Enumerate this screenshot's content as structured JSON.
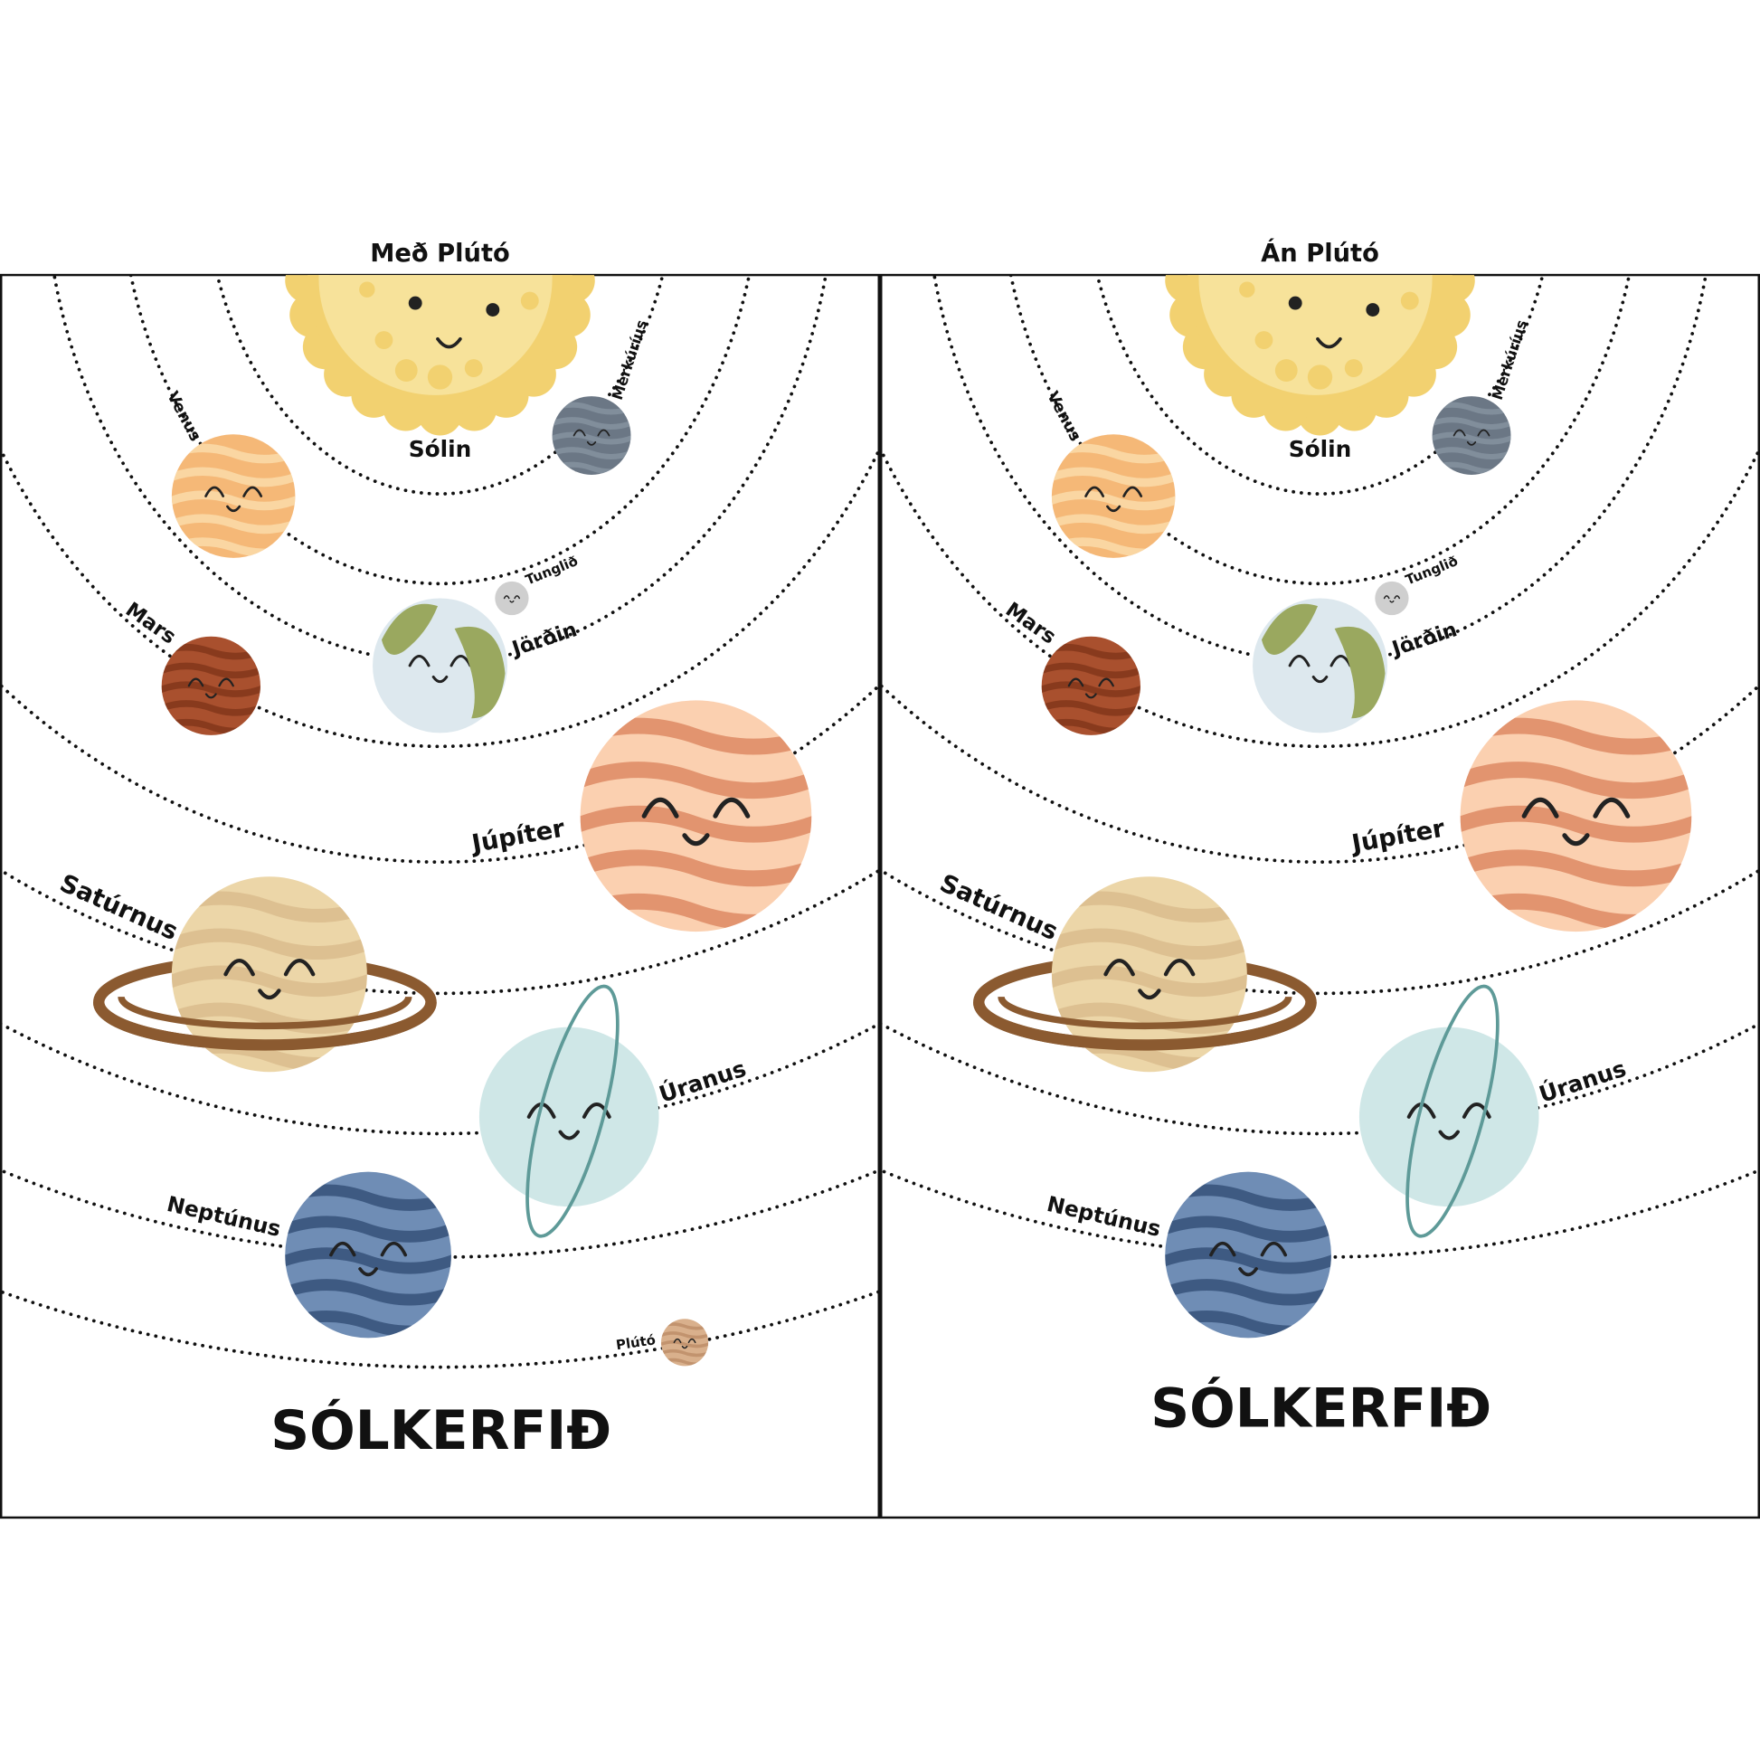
{
  "panels": [
    {
      "title": "Með Plútó",
      "heading": "SÓLKERFIÐ",
      "show_pluto": true,
      "labels": {
        "sun": "Sólin",
        "mercury": "Merkúríus",
        "venus": "Venus",
        "moon": "Tunglið",
        "earth": "Jörðin",
        "mars": "Mars",
        "jupiter": "Júpíter",
        "saturn": "Satúrnus",
        "uranus": "Úranus",
        "neptune": "Neptúnus",
        "pluto": "Plútó"
      }
    },
    {
      "title": "Án Plútó",
      "heading": "SÓLKERFIÐ",
      "show_pluto": false,
      "labels": {
        "sun": "Sólin",
        "mercury": "Merkúríus",
        "venus": "Venus",
        "moon": "Tunglið",
        "earth": "Jörðin",
        "mars": "Mars",
        "jupiter": "Júpíter",
        "saturn": "Satúrnus",
        "uranus": "Úranus",
        "neptune": "Neptúnus"
      }
    }
  ],
  "colors": {
    "sun": "#f7e29a",
    "sun_rays": "#f2d170",
    "mercury": "#6b7785",
    "venus": "#f5b877",
    "moon": "#cfcfcf",
    "earth": "#dde8ee",
    "earth_land": "#9aa85f",
    "mars": "#a9502e",
    "jupiter": "#fbd0b0",
    "jupiter_band": "#d9805a",
    "saturn": "#ecd6a8",
    "saturn_ring": "#8b5a30",
    "uranus": "#cfe7e7",
    "uranus_ring": "#5e9a98",
    "neptune": "#6f8db5",
    "neptune_band": "#2e4a72",
    "pluto": "#d9b08c"
  }
}
